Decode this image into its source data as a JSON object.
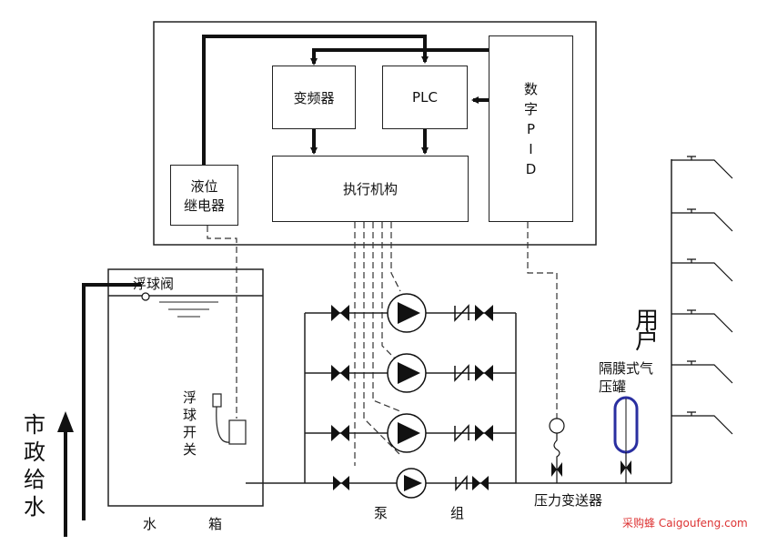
{
  "labels": {
    "inverter": "变频器",
    "plc": "PLC",
    "actuator": "执行机构",
    "pid_chars": [
      "数",
      "字",
      "P",
      "I",
      "D"
    ],
    "relay_line1": "液位",
    "relay_line2": "继电器",
    "float_valve": "浮球阀",
    "float_switch_chars": [
      "浮",
      "球",
      "开",
      "关"
    ],
    "tank_chars": [
      "水",
      "箱"
    ],
    "pump_chars": [
      "泵",
      "组"
    ],
    "pressure_transmitter": "压力变送器",
    "user_chars": [
      "用",
      "户"
    ],
    "tank_air_line1": "隔膜式气",
    "tank_air_line2": "压罐",
    "municipal_chars": [
      "市",
      "政",
      "给",
      "水"
    ]
  },
  "watermark": "采购蜂 Caigoufeng.com",
  "colors": {
    "line": "#111111",
    "watermark": "#d33333"
  }
}
